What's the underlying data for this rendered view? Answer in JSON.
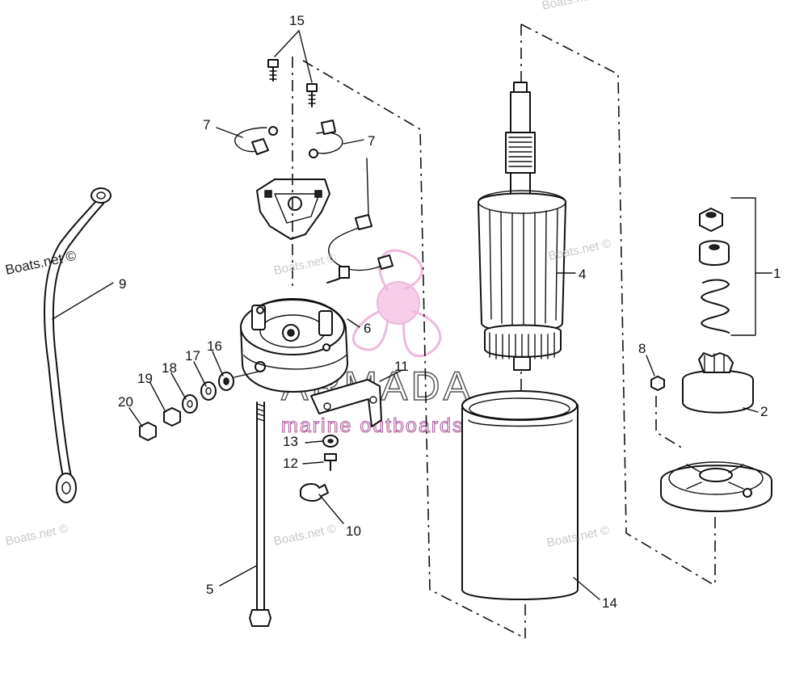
{
  "callouts": [
    {
      "id": "c1",
      "label": "1"
    },
    {
      "id": "c2",
      "label": "2"
    },
    {
      "id": "c4",
      "label": "4"
    },
    {
      "id": "c5",
      "label": "5"
    },
    {
      "id": "c6",
      "label": "6"
    },
    {
      "id": "c7a",
      "label": "7"
    },
    {
      "id": "c7b",
      "label": "7"
    },
    {
      "id": "c8",
      "label": "8"
    },
    {
      "id": "c9",
      "label": "9"
    },
    {
      "id": "c10",
      "label": "10"
    },
    {
      "id": "c11",
      "label": "11"
    },
    {
      "id": "c12",
      "label": "12"
    },
    {
      "id": "c13",
      "label": "13"
    },
    {
      "id": "c14",
      "label": "14"
    },
    {
      "id": "c15",
      "label": "15"
    },
    {
      "id": "c16",
      "label": "16"
    },
    {
      "id": "c17",
      "label": "17"
    },
    {
      "id": "c18",
      "label": "18"
    },
    {
      "id": "c19",
      "label": "19"
    },
    {
      "id": "c20",
      "label": "20"
    }
  ],
  "watermark": {
    "site": "Boats.net ©",
    "brand_title": "ARMADA",
    "brand_subtitle": "marine outboards",
    "colors": {
      "brand_pink": "#e080c0",
      "brand_gray": "#555555",
      "watermark_gray": "#c8c8c8"
    }
  }
}
